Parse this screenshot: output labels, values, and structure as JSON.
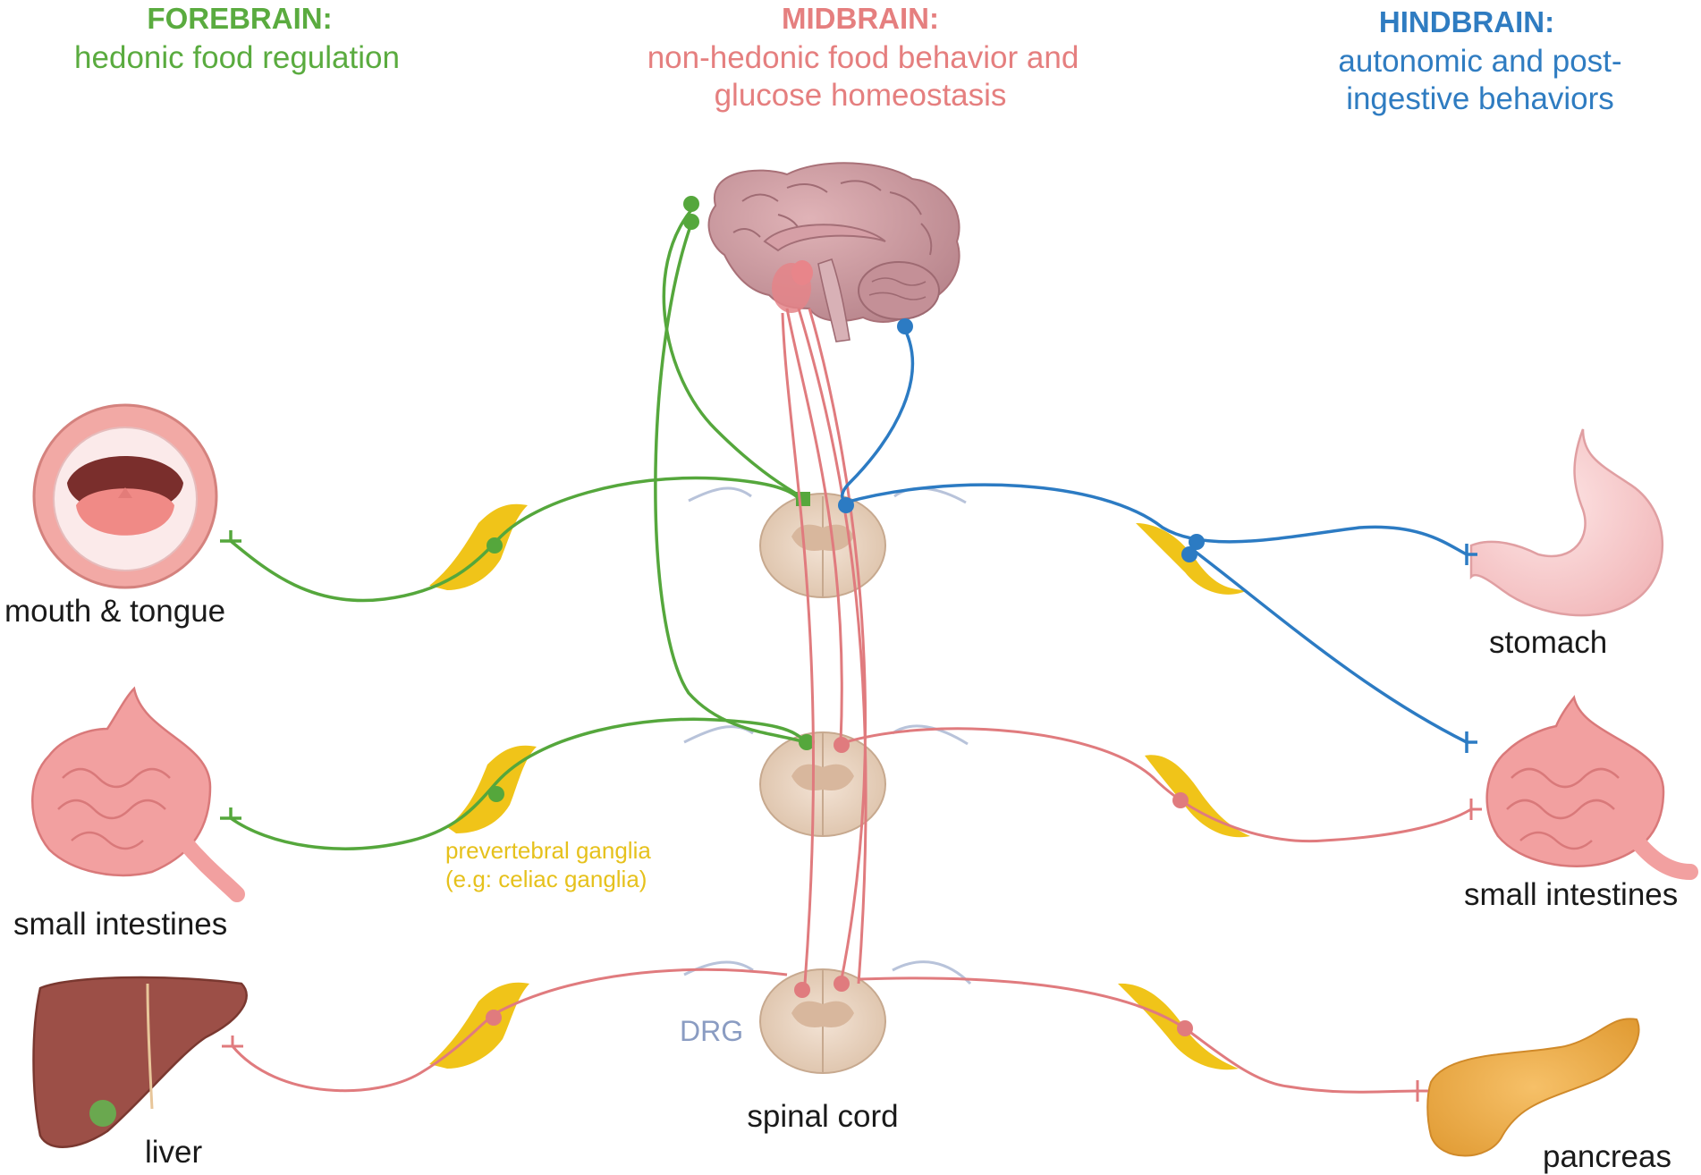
{
  "headers": {
    "forebrain": {
      "title": "FOREBRAIN:",
      "line1": "hedonic food regulation",
      "color": "#5aab3f"
    },
    "midbrain": {
      "title": "MIDBRAIN:",
      "line1": "non-hedonic food behavior and",
      "line2": "glucose homeostasis",
      "color": "#e57f7f"
    },
    "hindbrain": {
      "title": "HINDBRAIN:",
      "line1": "autonomic and post-",
      "line2": "ingestive behaviors",
      "color": "#2f7cc1"
    }
  },
  "organs": {
    "mouth": "mouth & tongue",
    "small_intestines_left": "small intestines",
    "liver": "liver",
    "stomach": "stomach",
    "small_intestines_right": "small intestines",
    "pancreas": "pancreas",
    "spinal_cord": "spinal cord"
  },
  "annotations": {
    "ganglia_line1": "prevertebral ganglia",
    "ganglia_line2": "(e.g: celiac ganglia)",
    "drg": "DRG"
  },
  "colors": {
    "green_pathway": "#55a73c",
    "red_pathway": "#e07b7e",
    "blue_pathway": "#2c7bc3",
    "ganglia_yellow": "#f0c419",
    "ganglia_text": "#e6c11c",
    "drg_text": "#8a9cc2"
  }
}
